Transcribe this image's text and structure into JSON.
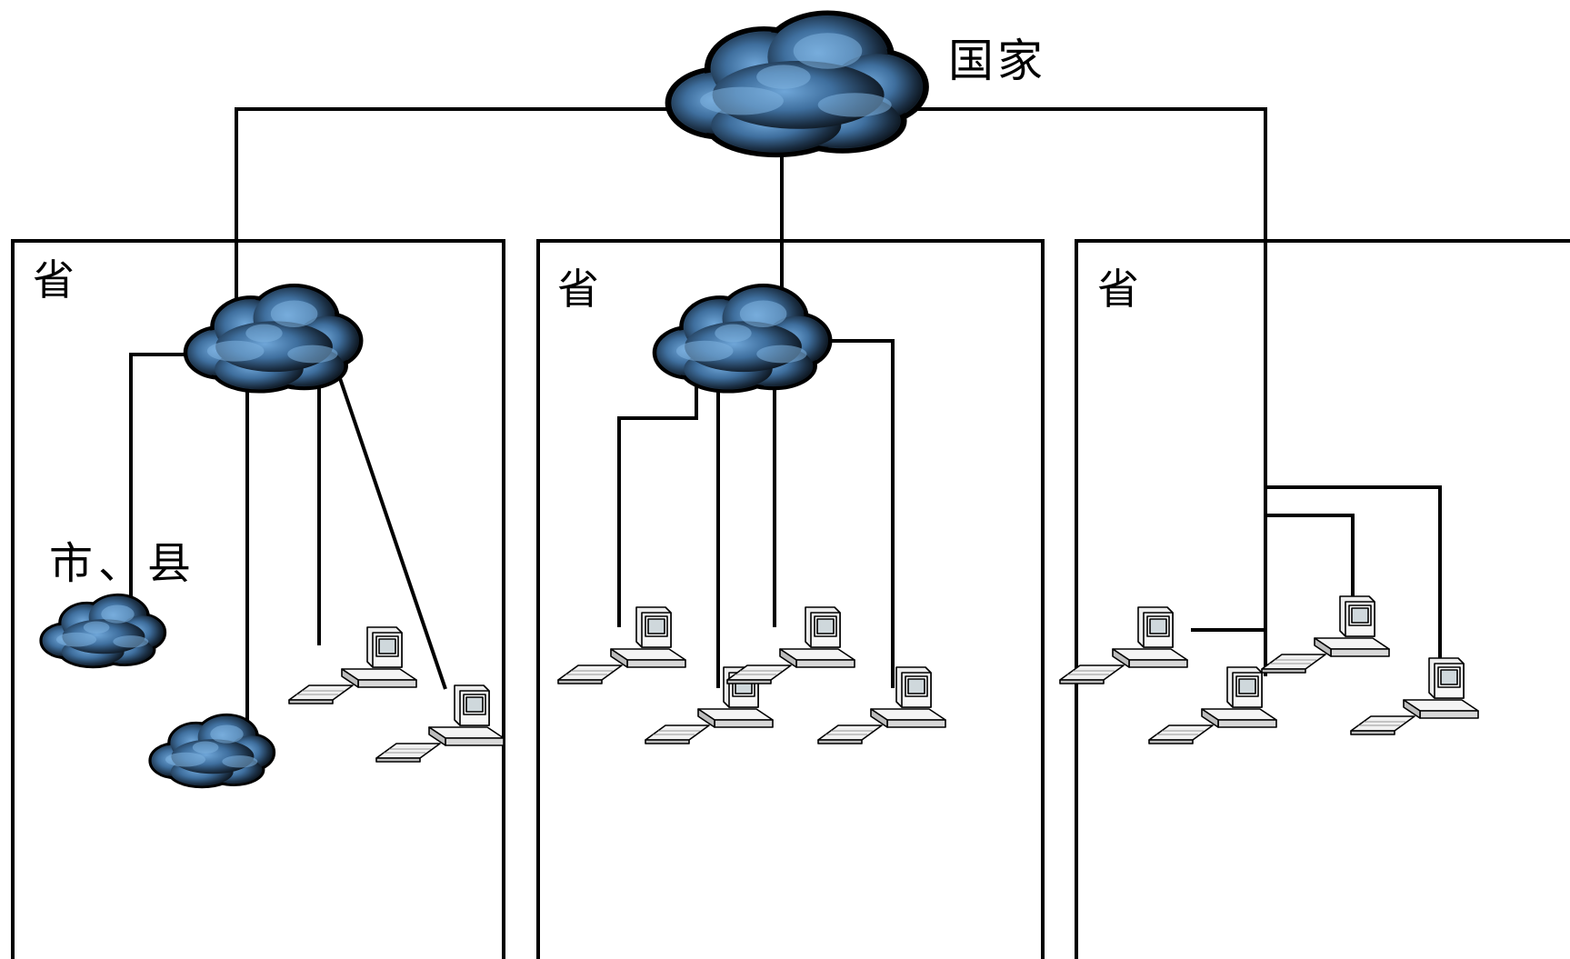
{
  "labels": {
    "national": "国家",
    "province_1": "省",
    "province_2": "省",
    "province_3": "省",
    "city_county": "市、县"
  },
  "icons": {
    "cloud": "network-cloud-icon",
    "computer": "desktop-computer-icon"
  },
  "colors": {
    "cloud_light": "#5a93c9",
    "cloud_dark": "#0c1620",
    "line": "#000000",
    "background": "#ffffff"
  }
}
